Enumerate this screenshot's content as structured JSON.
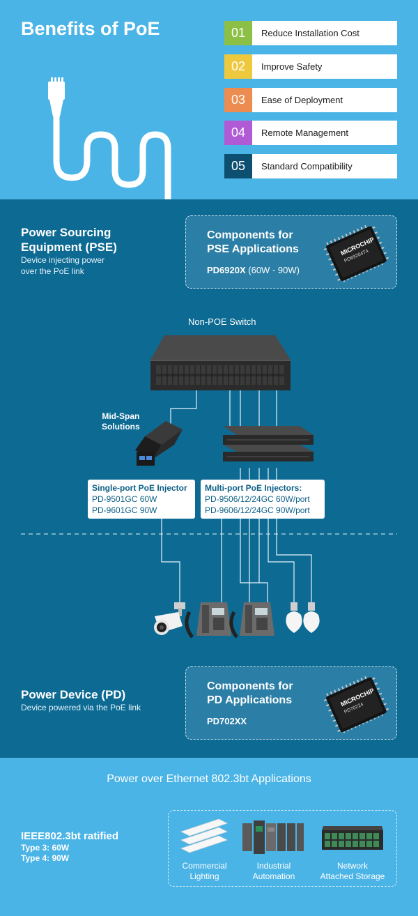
{
  "header": {
    "title": "Benefits of PoE"
  },
  "benefits": [
    {
      "number": "01",
      "label": "Reduce Installation Cost",
      "color": "#8cbf45"
    },
    {
      "number": "02",
      "label": "Improve Safety",
      "color": "#eec93e"
    },
    {
      "number": "03",
      "label": "Ease of Deployment",
      "color": "#ec8c50"
    },
    {
      "number": "04",
      "label": "Remote Management",
      "color": "#b05ad6"
    },
    {
      "number": "05",
      "label": "Standard Compatibility",
      "color": "#0d4f70"
    }
  ],
  "pse": {
    "title_line1": "Power Sourcing",
    "title_line2": "Equipment (PSE)",
    "desc_line1": "Device injecting power",
    "desc_line2": "over the PoE link",
    "components": {
      "title_line1": "Components for",
      "title_line2": "PSE Applications",
      "part_bold": "PD6920X",
      "part_rest": " (60W - 90W)",
      "chip_logo": "MICROCHIP",
      "chip_part": "PD69204T4"
    }
  },
  "diagram": {
    "switch_label": "Non-POE Switch",
    "midspan_line1": "Mid-Span",
    "midspan_line2": "Solutions",
    "single_port": {
      "heading": "Single-port PoE Injector",
      "line1": "PD-9501GC 60W",
      "line2": "PD-9601GC 90W"
    },
    "multi_port": {
      "heading": "Multi-port PoE Injectors:",
      "line1": "PD-9506/12/24GC 60W/port",
      "line2": "PD-9606/12/24GC 90W/port"
    }
  },
  "pd": {
    "title": "Power Device (PD)",
    "desc": "Device powered via the PoE link",
    "components": {
      "title_line1": "Components for",
      "title_line2": "PD Applications",
      "part_bold": "PD702XX",
      "chip_logo": "MICROCHIP",
      "chip_part": "PD70224"
    }
  },
  "bottom": {
    "title": "Power over Ethernet 802.3bt Applications",
    "ieee_title": "IEEE802.3bt ratified",
    "type3": "Type 3:  60W",
    "type4": "Type 4:  90W",
    "apps": [
      {
        "line1": "Commercial",
        "line2": "Lighting"
      },
      {
        "line1": "Industrial",
        "line2": "Automation"
      },
      {
        "line1": "Network",
        "line2": "Attached Storage"
      }
    ]
  },
  "colors": {
    "light_blue_bg": "#4bb4e6",
    "dark_blue_bg": "#0c6a93",
    "box_bg": "#2b7ea5"
  }
}
